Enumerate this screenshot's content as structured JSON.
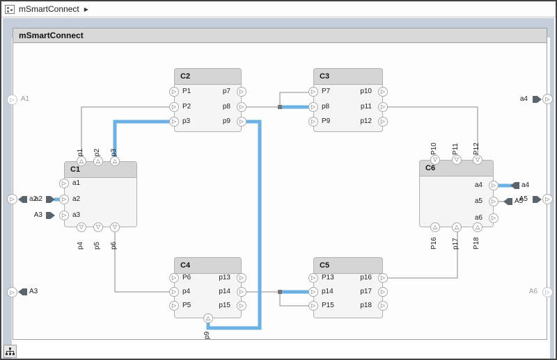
{
  "toolbar": {
    "model_name": "mSmartConnect"
  },
  "icons": {
    "breadcrumb_arrow": "▶",
    "port_right": "▷",
    "port_up": "△",
    "port_down": "▽"
  },
  "architecture": {
    "title": "mSmartConnect"
  },
  "components": {
    "c1": {
      "name": "C1",
      "top": [
        "p1",
        "p2",
        "p3"
      ],
      "left": [
        "a1",
        "a2",
        "a3"
      ],
      "bottom": [
        "p4",
        "p5",
        "p6"
      ]
    },
    "c2": {
      "name": "C2",
      "left": [
        "P1",
        "P2",
        "p3"
      ],
      "right": [
        "p7",
        "p8",
        "p9"
      ]
    },
    "c3": {
      "name": "C3",
      "left": [
        "P7",
        "p8",
        "P9"
      ],
      "right": [
        "p10",
        "p11",
        "p12"
      ]
    },
    "c4": {
      "name": "C4",
      "left": [
        "P6",
        "p4",
        "P5"
      ],
      "right": [
        "p13",
        "p14",
        "p15"
      ],
      "bottom": [
        "p9"
      ]
    },
    "c5": {
      "name": "C5",
      "left": [
        "P13",
        "p14",
        "P15"
      ],
      "right": [
        "p16",
        "p17",
        "p18"
      ]
    },
    "c6": {
      "name": "C6",
      "top": [
        "P10",
        "P11",
        "P12"
      ],
      "right": [
        "a4",
        "a5",
        "a6"
      ],
      "bottom": [
        "P16",
        "p17",
        "P18"
      ]
    }
  },
  "boundary_ports": {
    "left": [
      {
        "label": "A1"
      },
      {
        "label": "a2"
      },
      {
        "label": "A3"
      }
    ],
    "right": [
      {
        "label": "a4"
      },
      {
        "label": "A5"
      },
      {
        "label": "A6"
      }
    ]
  },
  "connector_stubs": {
    "c1_a2": "a2",
    "c1_a3": "A3",
    "c6_a4": "a4",
    "c6_a5": "A5"
  },
  "connections": [
    {
      "from": "C1.p1",
      "to": "C2.P2",
      "highlighted": false
    },
    {
      "from": "C1.p3",
      "to": "C2.p3",
      "highlighted": true
    },
    {
      "from": "C2.p8",
      "to": "C3.P7",
      "highlighted": false
    },
    {
      "from": "C2.p8",
      "to": "C3.p8",
      "highlighted": true
    },
    {
      "from": "C2.p9",
      "to": "C4.p9",
      "highlighted": true
    },
    {
      "from": "C3.p11",
      "to": "C6.P12",
      "highlighted": false
    },
    {
      "from": "C1.p6",
      "to": "C4.p4",
      "highlighted": false
    },
    {
      "from": "C4.p14",
      "to": "C5.p14",
      "highlighted": true
    },
    {
      "from": "C4.p14",
      "to": "C5.P15",
      "highlighted": false
    },
    {
      "from": "C5.p16",
      "to": "C6.p17",
      "highlighted": false
    },
    {
      "from": "a2",
      "to": "C1.a2",
      "highlighted": true
    },
    {
      "from": "A3",
      "to": "C1.a3",
      "highlighted": false
    },
    {
      "from": "C6.a4",
      "to": "a4",
      "highlighted": true
    },
    {
      "from": "C6.a5",
      "to": "A5",
      "highlighted": false
    }
  ],
  "colors": {
    "highlight": "#6cb1e3",
    "wire": "#a3a3a3",
    "stub": "#5a646c",
    "gutter": "#c5cfda"
  }
}
